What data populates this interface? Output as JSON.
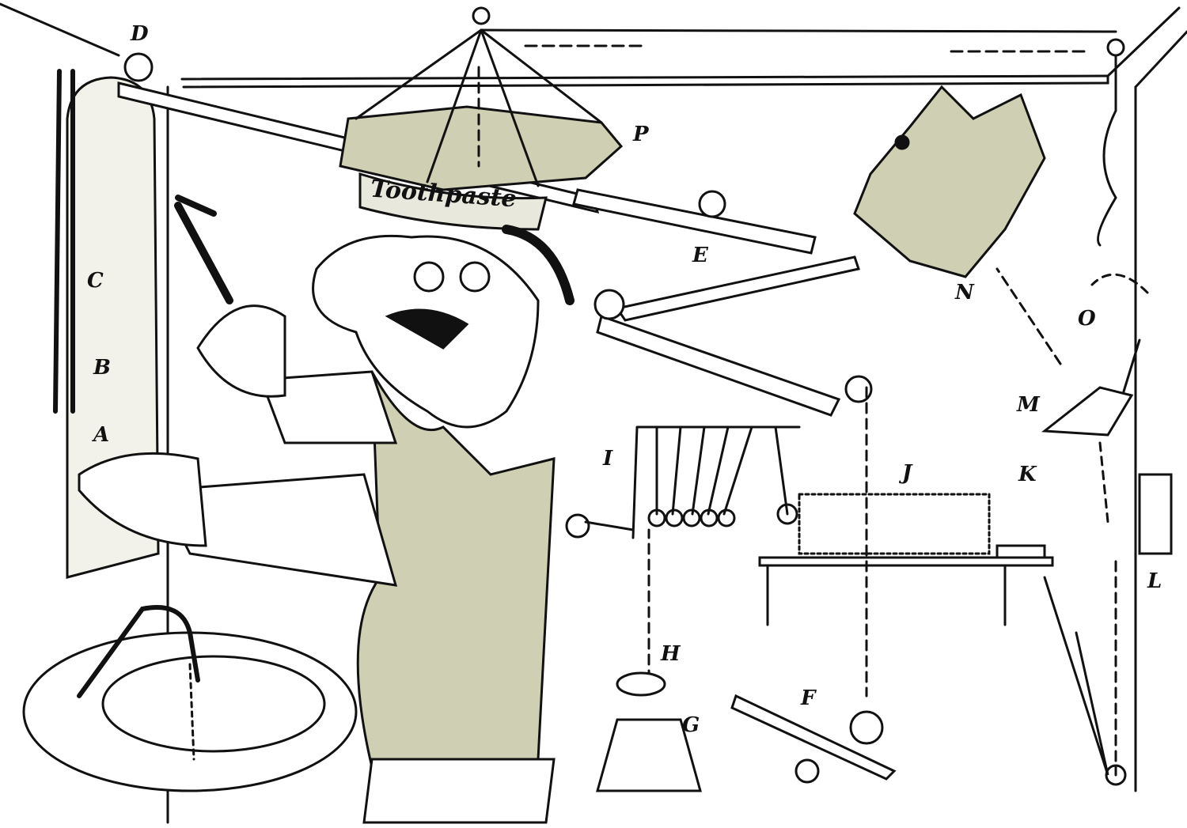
{
  "illustration": {
    "toothpaste_label": "Toothpaste",
    "labels": [
      "A",
      "B",
      "C",
      "D",
      "E",
      "F",
      "G",
      "H",
      "I",
      "J",
      "K",
      "L",
      "M",
      "N",
      "O",
      "P"
    ]
  },
  "colors": {
    "ink": "#111111",
    "fill": "#cfcfb4",
    "background": "#ffffff"
  }
}
